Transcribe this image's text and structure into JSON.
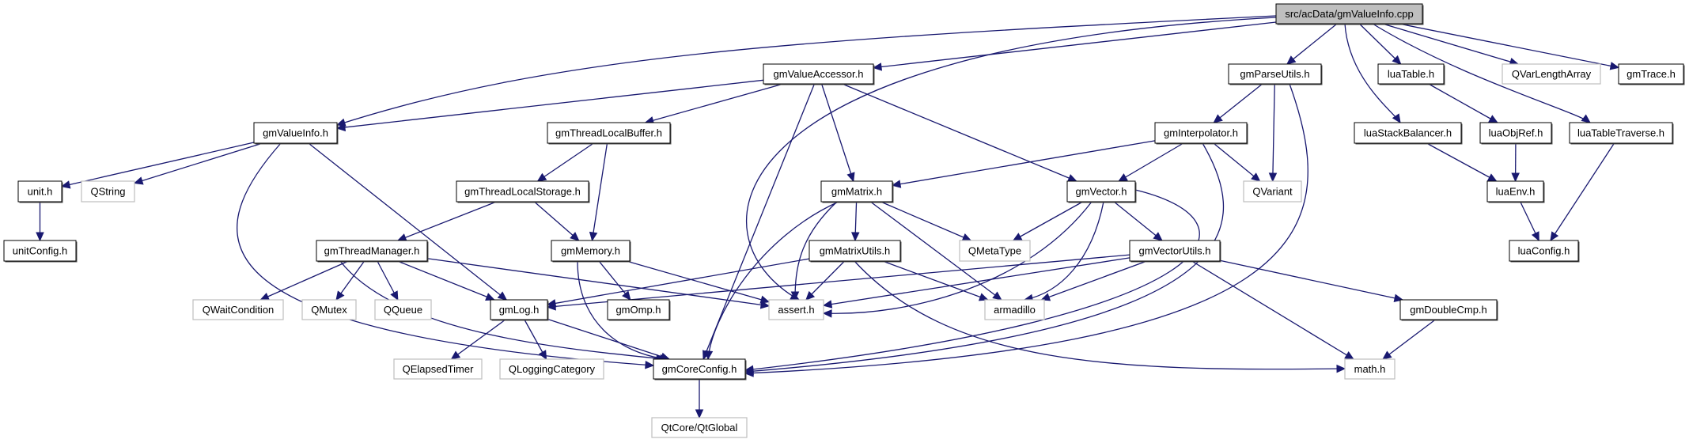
{
  "diagram": {
    "title": "Include dependency graph for src/acData/gmValueInfo.cpp",
    "colors": {
      "edge": "#191970",
      "root_fill": "#bfbfbf",
      "root_border": "#000000",
      "internal_border": "#000000",
      "external_border": "#bfbfbf",
      "node_fill": "#ffffff"
    },
    "nodes": [
      {
        "id": "root",
        "label": "src/acData/gmValueInfo.cpp",
        "kind": "root"
      },
      {
        "id": "gmValueAccessor",
        "label": "gmValueAccessor.h",
        "kind": "internal"
      },
      {
        "id": "gmParseUtils",
        "label": "gmParseUtils.h",
        "kind": "internal"
      },
      {
        "id": "luaTable",
        "label": "luaTable.h",
        "kind": "internal"
      },
      {
        "id": "QVarLengthArray",
        "label": "QVarLengthArray",
        "kind": "external"
      },
      {
        "id": "gmTrace",
        "label": "gmTrace.h",
        "kind": "internal"
      },
      {
        "id": "gmValueInfo",
        "label": "gmValueInfo.h",
        "kind": "internal"
      },
      {
        "id": "gmThreadLocalBuffer",
        "label": "gmThreadLocalBuffer.h",
        "kind": "internal"
      },
      {
        "id": "gmInterpolator",
        "label": "gmInterpolator.h",
        "kind": "internal"
      },
      {
        "id": "luaStackBalancer",
        "label": "luaStackBalancer.h",
        "kind": "internal"
      },
      {
        "id": "luaObjRef",
        "label": "luaObjRef.h",
        "kind": "internal"
      },
      {
        "id": "luaTableTraverse",
        "label": "luaTableTraverse.h",
        "kind": "internal"
      },
      {
        "id": "unit",
        "label": "unit.h",
        "kind": "internal"
      },
      {
        "id": "QString",
        "label": "QString",
        "kind": "external"
      },
      {
        "id": "gmThreadLocalStorage",
        "label": "gmThreadLocalStorage.h",
        "kind": "internal"
      },
      {
        "id": "gmMatrix",
        "label": "gmMatrix.h",
        "kind": "internal"
      },
      {
        "id": "gmVector",
        "label": "gmVector.h",
        "kind": "internal"
      },
      {
        "id": "QVariant",
        "label": "QVariant",
        "kind": "external"
      },
      {
        "id": "luaEnv",
        "label": "luaEnv.h",
        "kind": "internal"
      },
      {
        "id": "unitConfig",
        "label": "unitConfig.h",
        "kind": "internal"
      },
      {
        "id": "gmThreadManager",
        "label": "gmThreadManager.h",
        "kind": "internal"
      },
      {
        "id": "gmMemory",
        "label": "gmMemory.h",
        "kind": "internal"
      },
      {
        "id": "gmMatrixUtils",
        "label": "gmMatrixUtils.h",
        "kind": "internal"
      },
      {
        "id": "QMetaType",
        "label": "QMetaType",
        "kind": "external"
      },
      {
        "id": "gmVectorUtils",
        "label": "gmVectorUtils.h",
        "kind": "internal"
      },
      {
        "id": "luaConfig",
        "label": "luaConfig.h",
        "kind": "internal"
      },
      {
        "id": "QWaitCondition",
        "label": "QWaitCondition",
        "kind": "external"
      },
      {
        "id": "QMutex",
        "label": "QMutex",
        "kind": "external"
      },
      {
        "id": "QQueue",
        "label": "QQueue",
        "kind": "external"
      },
      {
        "id": "gmLog",
        "label": "gmLog.h",
        "kind": "internal"
      },
      {
        "id": "gmOmp",
        "label": "gmOmp.h",
        "kind": "internal"
      },
      {
        "id": "assert",
        "label": "assert.h",
        "kind": "external"
      },
      {
        "id": "armadillo",
        "label": "armadillo",
        "kind": "external"
      },
      {
        "id": "gmDoubleCmp",
        "label": "gmDoubleCmp.h",
        "kind": "internal"
      },
      {
        "id": "QElapsedTimer",
        "label": "QElapsedTimer",
        "kind": "external"
      },
      {
        "id": "QLoggingCategory",
        "label": "QLoggingCategory",
        "kind": "external"
      },
      {
        "id": "gmCoreConfig",
        "label": "gmCoreConfig.h",
        "kind": "internal"
      },
      {
        "id": "mathh",
        "label": "math.h",
        "kind": "external"
      },
      {
        "id": "QtGlobal",
        "label": "QtCore/QtGlobal",
        "kind": "external"
      }
    ],
    "edges": [
      [
        "root",
        "gmValueInfo"
      ],
      [
        "root",
        "gmValueAccessor"
      ],
      [
        "root",
        "assert"
      ],
      [
        "root",
        "gmParseUtils"
      ],
      [
        "root",
        "luaTable"
      ],
      [
        "root",
        "luaStackBalancer"
      ],
      [
        "root",
        "luaTableTraverse"
      ],
      [
        "root",
        "QVarLengthArray"
      ],
      [
        "root",
        "gmTrace"
      ],
      [
        "gmValueAccessor",
        "gmValueInfo"
      ],
      [
        "gmValueAccessor",
        "gmThreadLocalBuffer"
      ],
      [
        "gmValueAccessor",
        "gmCoreConfig"
      ],
      [
        "gmValueAccessor",
        "gmMatrix"
      ],
      [
        "gmValueAccessor",
        "gmVector"
      ],
      [
        "gmValueInfo",
        "unit"
      ],
      [
        "gmValueInfo",
        "QString"
      ],
      [
        "gmValueInfo",
        "gmCoreConfig"
      ],
      [
        "gmValueInfo",
        "gmLog"
      ],
      [
        "unit",
        "unitConfig"
      ],
      [
        "gmThreadLocalBuffer",
        "gmThreadLocalStorage"
      ],
      [
        "gmThreadLocalBuffer",
        "gmMemory"
      ],
      [
        "gmThreadLocalStorage",
        "gmThreadManager"
      ],
      [
        "gmThreadLocalStorage",
        "gmMemory"
      ],
      [
        "gmThreadManager",
        "QWaitCondition"
      ],
      [
        "gmThreadManager",
        "QMutex"
      ],
      [
        "gmThreadManager",
        "QQueue"
      ],
      [
        "gmThreadManager",
        "gmLog"
      ],
      [
        "gmThreadManager",
        "gmCoreConfig"
      ],
      [
        "gmThreadManager",
        "assert"
      ],
      [
        "gmMemory",
        "gmOmp"
      ],
      [
        "gmMemory",
        "assert"
      ],
      [
        "gmMemory",
        "gmCoreConfig"
      ],
      [
        "gmLog",
        "QElapsedTimer"
      ],
      [
        "gmLog",
        "QLoggingCategory"
      ],
      [
        "gmLog",
        "gmCoreConfig"
      ],
      [
        "gmCoreConfig",
        "QtGlobal"
      ],
      [
        "gmMatrix",
        "gmMatrixUtils"
      ],
      [
        "gmMatrix",
        "QMetaType"
      ],
      [
        "gmMatrix",
        "assert"
      ],
      [
        "gmMatrix",
        "armadillo"
      ],
      [
        "gmMatrix",
        "gmCoreConfig"
      ],
      [
        "gmMatrixUtils",
        "gmLog"
      ],
      [
        "gmMatrixUtils",
        "assert"
      ],
      [
        "gmMatrixUtils",
        "armadillo"
      ],
      [
        "gmMatrixUtils",
        "mathh"
      ],
      [
        "gmParseUtils",
        "gmInterpolator"
      ],
      [
        "gmParseUtils",
        "QVariant"
      ],
      [
        "gmParseUtils",
        "gmCoreConfig"
      ],
      [
        "gmInterpolator",
        "gmMatrix"
      ],
      [
        "gmInterpolator",
        "gmVector"
      ],
      [
        "gmInterpolator",
        "QVariant"
      ],
      [
        "gmInterpolator",
        "gmCoreConfig"
      ],
      [
        "gmVector",
        "QMetaType"
      ],
      [
        "gmVector",
        "gmVectorUtils"
      ],
      [
        "gmVector",
        "assert"
      ],
      [
        "gmVector",
        "armadillo"
      ],
      [
        "gmVector",
        "gmCoreConfig"
      ],
      [
        "gmVectorUtils",
        "gmLog"
      ],
      [
        "gmVectorUtils",
        "assert"
      ],
      [
        "gmVectorUtils",
        "armadillo"
      ],
      [
        "gmVectorUtils",
        "gmDoubleCmp"
      ],
      [
        "gmVectorUtils",
        "mathh"
      ],
      [
        "gmDoubleCmp",
        "mathh"
      ],
      [
        "luaTable",
        "luaObjRef"
      ],
      [
        "luaObjRef",
        "luaEnv"
      ],
      [
        "luaStackBalancer",
        "luaEnv"
      ],
      [
        "luaEnv",
        "luaConfig"
      ],
      [
        "luaTableTraverse",
        "luaConfig"
      ]
    ]
  }
}
